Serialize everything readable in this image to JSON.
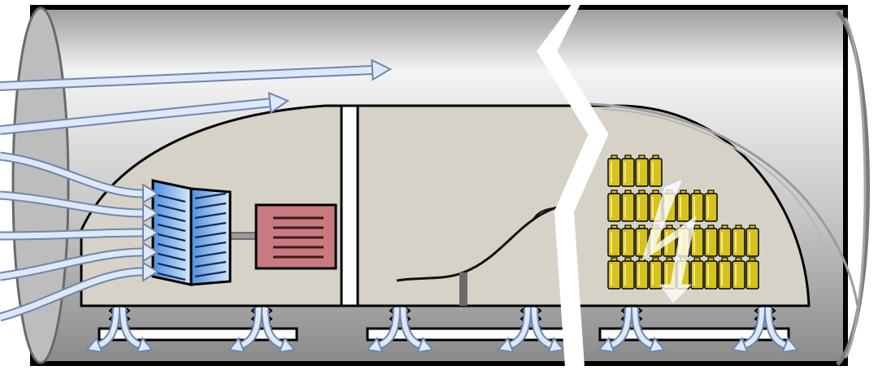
{
  "diagram": {
    "colors": {
      "tube_shade": "#8c8c8c",
      "tube_light": "#f4f4f4",
      "capsule_fill": "#d7d2c8",
      "compressor_fill": "#7fb2ec",
      "motor_fill": "#c97a80",
      "battery_fill": "#d6c21f",
      "airflow_fill": "#dde9f8",
      "airflow_stroke": "#6f86ad",
      "outline": "#000000"
    },
    "icons": {
      "compressor": "compressor-fan-icon",
      "motor": "electric-motor-icon",
      "battery_pack": "battery-pack-icon",
      "lightning": "lightning-bolt-icon",
      "air_skis": "air-bearing-skis",
      "airflow": "airflow-arrows"
    },
    "battery_rows": [
      4,
      8,
      11,
      11
    ],
    "air_inlet_streams": 7,
    "ski_jets": 6
  }
}
